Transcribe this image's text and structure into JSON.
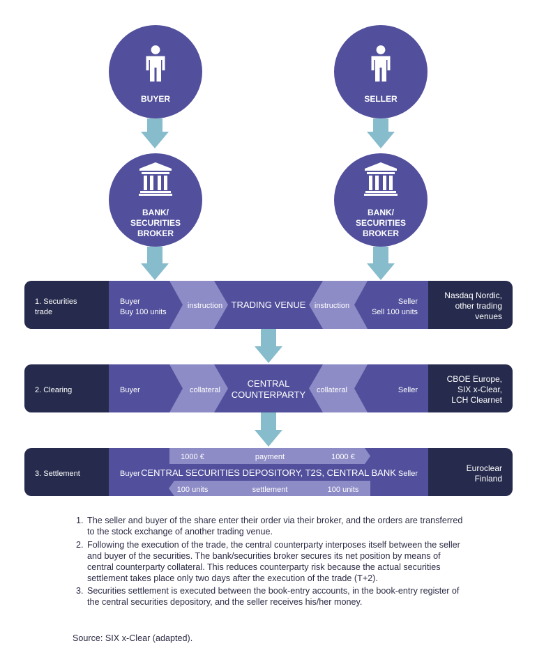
{
  "colors": {
    "navy": "#262b4d",
    "purple": "#52509c",
    "lavender": "#8e8cc6",
    "arrow": "#86bccb",
    "white": "#ffffff",
    "text": "#2b2b45"
  },
  "parties": {
    "buyer": {
      "label": "BUYER",
      "icon": "person-icon"
    },
    "seller": {
      "label": "SELLER",
      "icon": "person-icon"
    },
    "buyer_bank": {
      "lines": [
        "BANK/",
        "SECURITIES",
        "BROKER"
      ],
      "icon": "bank-building-icon"
    },
    "seller_bank": {
      "lines": [
        "BANK/",
        "SECURITIES",
        "BROKER"
      ],
      "icon": "bank-building-icon"
    }
  },
  "rows": {
    "trade": {
      "stage": [
        "1. Securities",
        "trade"
      ],
      "buyer": [
        "Buyer",
        "Buy 100 units"
      ],
      "instruction_left": "instruction",
      "center": [
        "TRADING VENUE"
      ],
      "instruction_right": "instruction",
      "seller": [
        "Seller",
        "Sell 100 units"
      ],
      "venue": [
        "Nasdaq Nordic,",
        "other trading",
        "venues"
      ]
    },
    "clearing": {
      "stage": [
        "2. Clearing"
      ],
      "buyer": [
        "Buyer"
      ],
      "collateral_left": "collateral",
      "center": [
        "CENTRAL",
        "COUNTERPARTY"
      ],
      "collateral_right": "collateral",
      "seller": [
        "Seller"
      ],
      "venue": [
        "CBOE Europe,",
        "SIX x-Clear,",
        "LCH Clearnet"
      ]
    },
    "settlement": {
      "stage": [
        "3. Settlement"
      ],
      "buyer": "Buyer",
      "center": "CENTRAL SECURITIES DEPOSITORY, T2S, CENTRAL BANK",
      "seller": "Seller",
      "payment": {
        "left": "1000 €",
        "label": "payment",
        "right": "1000 €"
      },
      "settlement": {
        "left": "100 units",
        "label": "settlement",
        "right": "100 units"
      },
      "venue": [
        "Euroclear",
        "Finland"
      ]
    }
  },
  "notes": [
    "The seller and buyer of the share enter their order via their broker, and the orders are transferred to the stock exchange of another trading venue.",
    "Following the execution of the trade, the central counterparty interposes itself between the seller and buyer of the securities. The bank/securities broker secures its net position by means of central counterparty collateral. This reduces counterparty risk because the actual securities settlement takes place only two days after the execution of the trade (T+2).",
    "Securities settlement is executed between the book-entry accounts, in the book-entry register of the central securities depository, and the seller receives his/her money."
  ],
  "source": "Source: SIX x-Clear (adapted)."
}
